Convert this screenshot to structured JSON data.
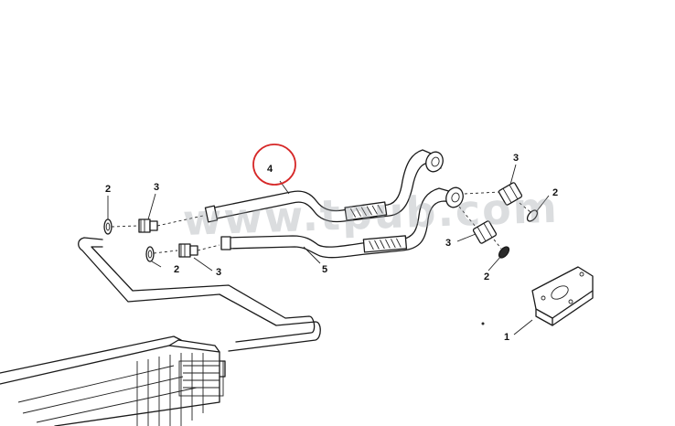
{
  "callouts": {
    "c1": "1",
    "c2a": "2",
    "c2b": "2",
    "c2c": "2",
    "c2d": "2",
    "c3a": "3",
    "c3b": "3",
    "c3c": "3",
    "c3d": "3",
    "c4": "4",
    "c5": "5"
  },
  "watermark": "www.tpub.com",
  "colors": {
    "line": "#1a1a1a",
    "highlight_circle": "#d62828",
    "watermark": "#9aa0a6"
  }
}
